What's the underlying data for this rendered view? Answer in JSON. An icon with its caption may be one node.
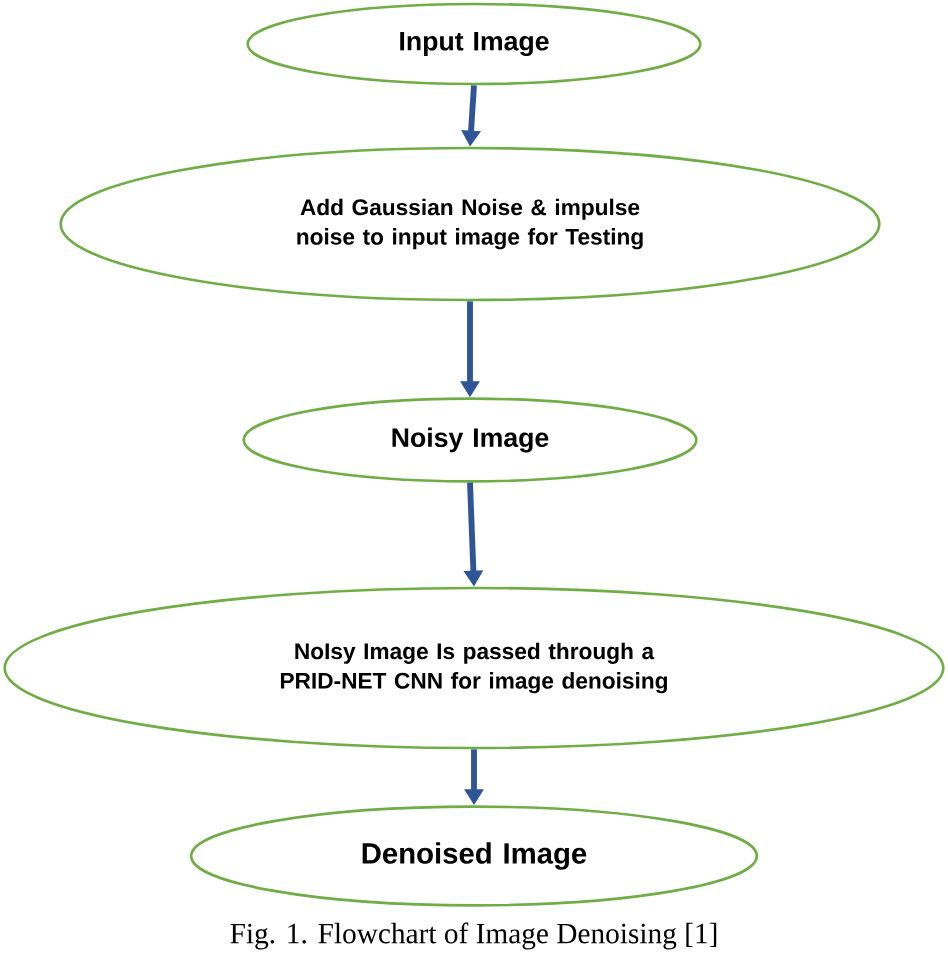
{
  "diagram": {
    "caption": "Fig. 1. Flowchart of Image Denoising [1]",
    "nodes": [
      {
        "text": [
          "Input Image"
        ]
      },
      {
        "text": [
          "Add Gaussian Noise & impulse noise to input image for Testing"
        ]
      },
      {
        "text": [
          "Noisy Image"
        ]
      },
      {
        "text": [
          "NoIsy Image Is passed through a PRID-NET CNN for image denoising"
        ]
      },
      {
        "text": [
          "Denoised Image"
        ]
      }
    ],
    "edges": [
      {
        "from": 0,
        "to": 1,
        "arrow": "to"
      },
      {
        "from": 1,
        "to": 2,
        "arrow": "to"
      },
      {
        "from": 2,
        "to": 3,
        "arrow": "to"
      },
      {
        "from": 3,
        "to": 4,
        "arrow": "to"
      }
    ]
  }
}
